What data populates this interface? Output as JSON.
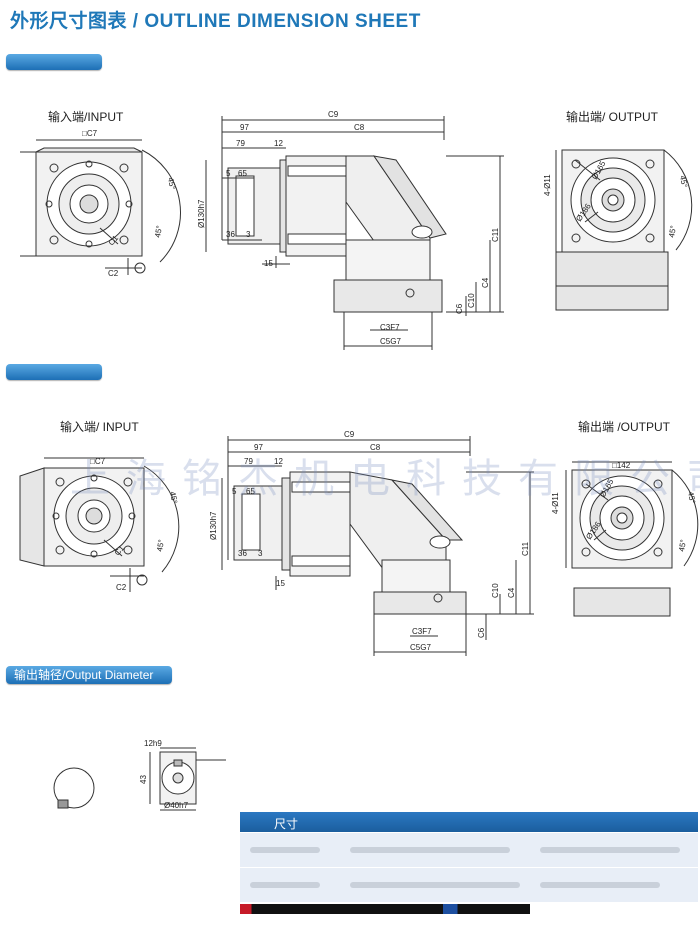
{
  "header": {
    "title": "外形尺寸图表 / OUTLINE DIMENSION SHEET"
  },
  "section1": {
    "tab_label": "",
    "input_caption": "输入端/INPUT",
    "output_caption": "输出端/ OUTPUT",
    "labels": {
      "c7": "□C7",
      "c1": "C1",
      "c2": "C2",
      "deg45a": "45°",
      "deg45b": "45°",
      "c9": "C9",
      "d97": "97",
      "c8": "C8",
      "d79": "79",
      "d12": "12",
      "d5": "5",
      "d65": "65",
      "d130": "Ø130h7",
      "d36": "36",
      "d3": "3",
      "d15": "15",
      "c11": "C11",
      "c4": "C4",
      "c10": "C10",
      "c6": "C6",
      "c3": "C3F7",
      "c5": "C5G7",
      "holes": "4-Ø11",
      "d165": "Ø165",
      "d186": "Ø186",
      "out45a": "45°",
      "out45b": "45°"
    }
  },
  "section2": {
    "tab_label": "",
    "input_caption": "输入端/ INPUT",
    "output_caption": "输出端 /OUTPUT",
    "labels": {
      "c7": "□C7",
      "c1": "C1",
      "c2": "C2",
      "deg45a": "45°",
      "deg45b": "45°",
      "c9": "C9",
      "d97": "97",
      "c8": "C8",
      "d79": "79",
      "d12": "12",
      "d5": "5",
      "d65": "65",
      "d130": "Ø130h7",
      "d36": "36",
      "d3": "3",
      "d15": "15",
      "c11": "C11",
      "c4": "C4",
      "c10": "C10",
      "c6": "C6",
      "c3": "C3F7",
      "c5": "C5G7",
      "sq142": "□142",
      "holes": "4-Ø11",
      "d165": "Ø165",
      "d186": "Ø186",
      "out45a": "45°",
      "out45b": "45°"
    },
    "watermark": "上海铭杰机电科技有限公司"
  },
  "section3": {
    "tab_label": "输出轴径/Output Diameter",
    "labels": {
      "d12": "12h9",
      "d43": "43",
      "d40": "Ø40h7"
    }
  },
  "table": {
    "header_label": "尺寸"
  },
  "colors": {
    "accent": "#1f78b8",
    "tab_start": "#5aa9e3",
    "tab_end": "#1d6fb5",
    "table_header": "#1b5e9e"
  }
}
